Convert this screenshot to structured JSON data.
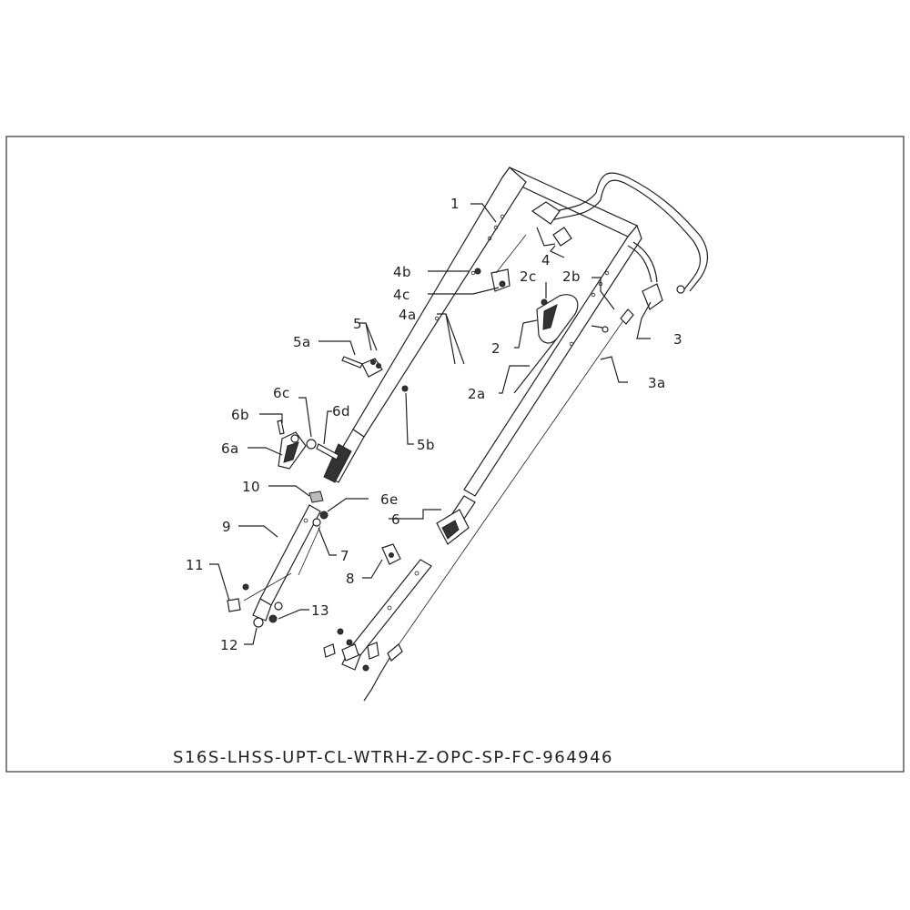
{
  "drawing_code": "S16S-LHSS-UPT-CL-WTRH-Z-OPC-SP-FC-964946",
  "callouts": {
    "p1": "1",
    "p2": "2",
    "p2a": "2a",
    "p2b": "2b",
    "p2c": "2c",
    "p3": "3",
    "p3a": "3a",
    "p4": "4",
    "p4a": "4a",
    "p4b": "4b",
    "p4c": "4c",
    "p5": "5",
    "p5a": "5a",
    "p5b": "5b",
    "p6": "6",
    "p6a": "6a",
    "p6b": "6b",
    "p6c": "6c",
    "p6d": "6d",
    "p6e": "6e",
    "p7": "7",
    "p8": "8",
    "p9": "9",
    "p10": "10",
    "p11": "11",
    "p12": "12",
    "p13": "13"
  }
}
